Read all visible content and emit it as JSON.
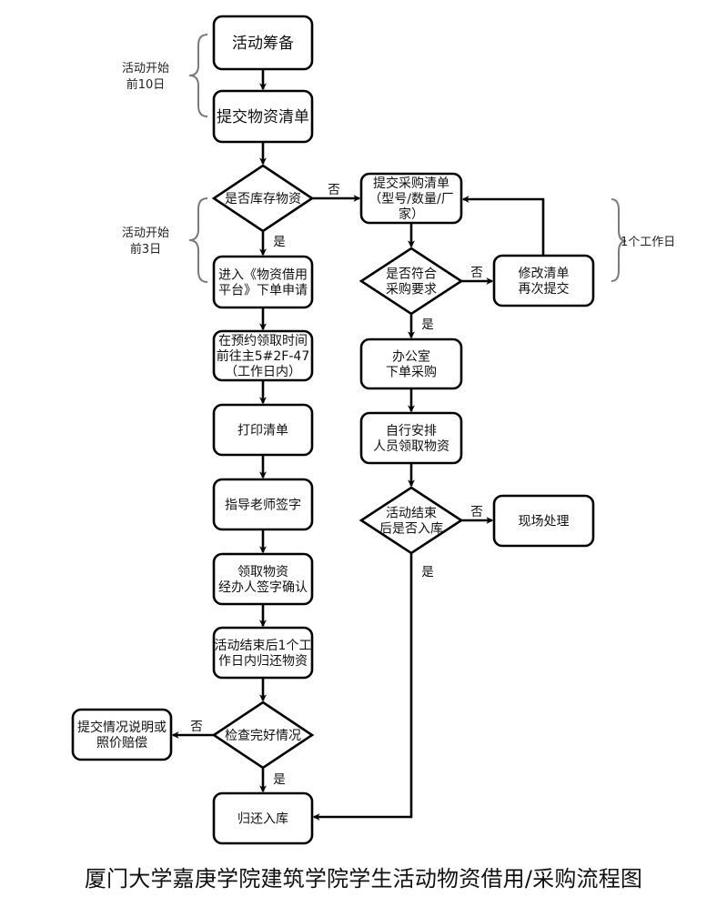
{
  "title": "厦门大学嘉庚学院建筑学院学生活动物资借用/采购流程图",
  "colors": {
    "stroke": "#000000",
    "brace": "#7a7a7a",
    "background": "#ffffff"
  },
  "annotations": {
    "ten_days": [
      "活动开始",
      "前10日"
    ],
    "three_days": [
      "活动开始",
      "前3日"
    ],
    "one_workday": "1个工作日"
  },
  "edge_labels": {
    "yes": "是",
    "no": "否"
  },
  "nodes": {
    "prepare": {
      "type": "process",
      "lines": [
        "活动筹备"
      ]
    },
    "submit_list": {
      "type": "process",
      "lines": [
        "提交物资清单"
      ]
    },
    "in_stock": {
      "type": "decision",
      "lines": [
        "是否库存物资"
      ]
    },
    "platform_apply": {
      "type": "process",
      "lines": [
        "进入《物资借用",
        "平台》下单申请"
      ]
    },
    "go_pickup": {
      "type": "process",
      "lines": [
        "在预约领取时间",
        "前往主5#2F-47",
        "（工作日内）"
      ]
    },
    "print_list": {
      "type": "process",
      "lines": [
        "打印清单"
      ]
    },
    "teacher_sign": {
      "type": "process",
      "lines": [
        "指导老师签字"
      ]
    },
    "receive": {
      "type": "process",
      "lines": [
        "领取物资",
        "经办人签字确认"
      ]
    },
    "return_goods": {
      "type": "process",
      "lines": [
        "活动结束后1个工",
        "作日内归还物资"
      ]
    },
    "check_condition": {
      "type": "decision",
      "lines": [
        "检查完好情况"
      ]
    },
    "compensate": {
      "type": "process",
      "lines": [
        "提交情况说明或",
        "照价赔偿"
      ]
    },
    "store_back": {
      "type": "process",
      "lines": [
        "归还入库"
      ]
    },
    "purchase_list": {
      "type": "process",
      "lines": [
        "提交采购清单",
        "（型号/数量/厂",
        "家）"
      ]
    },
    "meets_req": {
      "type": "decision",
      "lines": [
        "是否符合",
        "采购要求"
      ]
    },
    "revise": {
      "type": "process",
      "lines": [
        "修改清单",
        "再次提交"
      ]
    },
    "office_order": {
      "type": "process",
      "lines": [
        "办公室",
        "下单采购"
      ]
    },
    "self_pickup": {
      "type": "process",
      "lines": [
        "自行安排",
        "人员领取物资"
      ]
    },
    "store_after": {
      "type": "decision",
      "lines": [
        "活动结束",
        "后是否入库"
      ]
    },
    "onsite": {
      "type": "process",
      "lines": [
        "现场处理"
      ]
    }
  }
}
